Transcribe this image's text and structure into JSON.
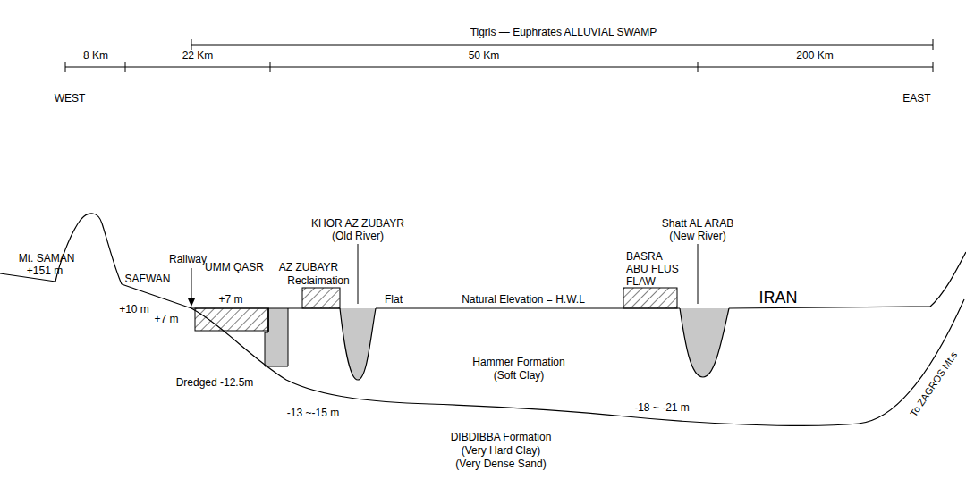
{
  "diagram": {
    "nodes": [
      {
        "text": [
          "Hammer Formation",
          "(Soft Clay)"
        ]
      },
      {
        "text": [
          "DIBDIBBA Formation",
          "(Very Hard Clay)",
          "(Very Dense Sand)"
        ]
      }
    ],
    "labels": [
      "Tigris — Euphrates ALLUVIAL SWAMP",
      "8 Km",
      "22 Km",
      "50 Km",
      "200 Km",
      "WEST",
      "EAST",
      "Mt. SAMAN",
      "+151 m",
      "SAFWAN",
      "+10 m",
      "Railway",
      "UMM QASR",
      "AZ ZUBAYR",
      "+7 m",
      "+7 m",
      "KHOR AZ ZUBAYR",
      "(Old River)",
      "Reclaimation",
      "Flat",
      "Natural Elevation = H.W.L",
      "BASRA",
      "ABU FLUS",
      "FLAW",
      "Shatt AL ARAB",
      "(New River)",
      "IRAN",
      "Dredged -12.5m",
      "-13 ~-15 m",
      "-18 ~ -21 m",
      "To ZAGROS Mt.s"
    ]
  }
}
